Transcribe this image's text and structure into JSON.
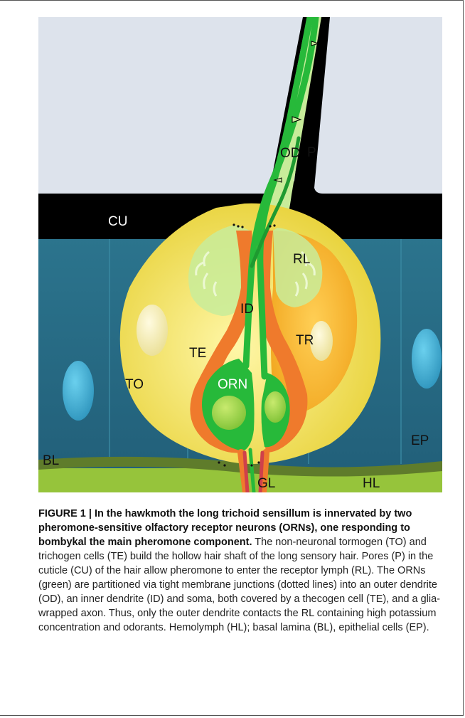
{
  "figure": {
    "labels": {
      "od": "OD",
      "p": "P",
      "cu": "CU",
      "rl": "RL",
      "id": "ID",
      "tr": "TR",
      "te": "TE",
      "to": "TO",
      "orn": "ORN",
      "ep": "EP",
      "bl": "BL",
      "gl": "GL",
      "hl": "HL"
    },
    "colors": {
      "sky": "#dde3ec",
      "cuticle": "#000000",
      "epithelium": "#2a6d85",
      "basal_lamina": "#5a7a2c",
      "hemolymph": "#96c43b",
      "tormogen": "#f3e65a",
      "trichogen": "#f5b82a",
      "thecogen": "#ef7a2c",
      "receptor_lymph": "#c8ec9a",
      "orn": "#27b93a",
      "cell_nucleus": "#4ba3c4"
    }
  },
  "caption": {
    "title": "FIGURE 1 | In the hawkmoth the long trichoid sensillum is innervated by two pheromone-sensitive olfactory receptor neurons (ORNs), one responding to bombykal the main pheromone component.",
    "body": " The non-neuronal tormogen (TO) and trichogen cells (TE) build the hollow hair shaft of the long sensory hair. Pores (P) in the cuticle (CU) of the hair allow pheromone to enter the receptor lymph (RL). The ORNs (green) are partitioned via tight membrane junctions (dotted lines) into an outer dendrite (OD), an inner dendrite (ID) and soma, both covered by a thecogen cell (TE), and a glia-wrapped axon. Thus, only the outer dendrite contacts the RL containing high potassium concentration and odorants. Hemolymph (HL); basal lamina (BL), epithelial cells (EP)."
  }
}
